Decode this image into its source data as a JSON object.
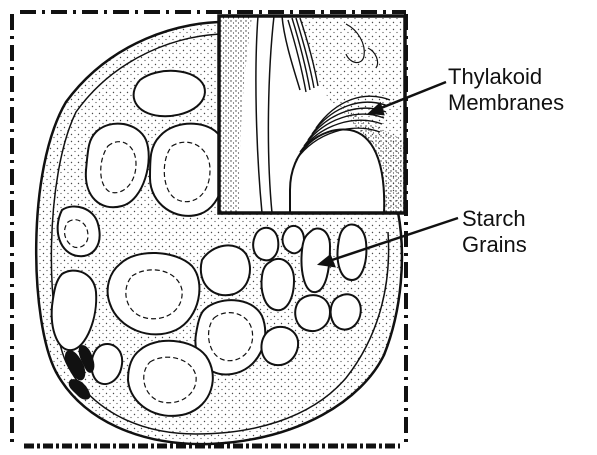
{
  "labels": {
    "thylakoid": [
      "Thylakoid",
      "Membranes"
    ],
    "starch": [
      "Starch",
      "Grains"
    ]
  },
  "colors": {
    "ink": "#111111",
    "paper": "#ffffff",
    "stipple": "#4a4a4a"
  }
}
